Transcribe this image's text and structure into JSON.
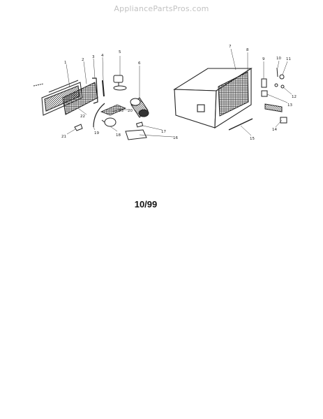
{
  "watermark": "AppliancePartsPros.com",
  "diagram": {
    "callouts": [
      "1",
      "2",
      "3",
      "4",
      "5",
      "6",
      "7",
      "8",
      "9",
      "10",
      "11",
      "12",
      "13",
      "14",
      "15",
      "16",
      "17",
      "18",
      "19",
      "20",
      "21",
      "22",
      "23"
    ]
  },
  "revision_date": "10/99"
}
